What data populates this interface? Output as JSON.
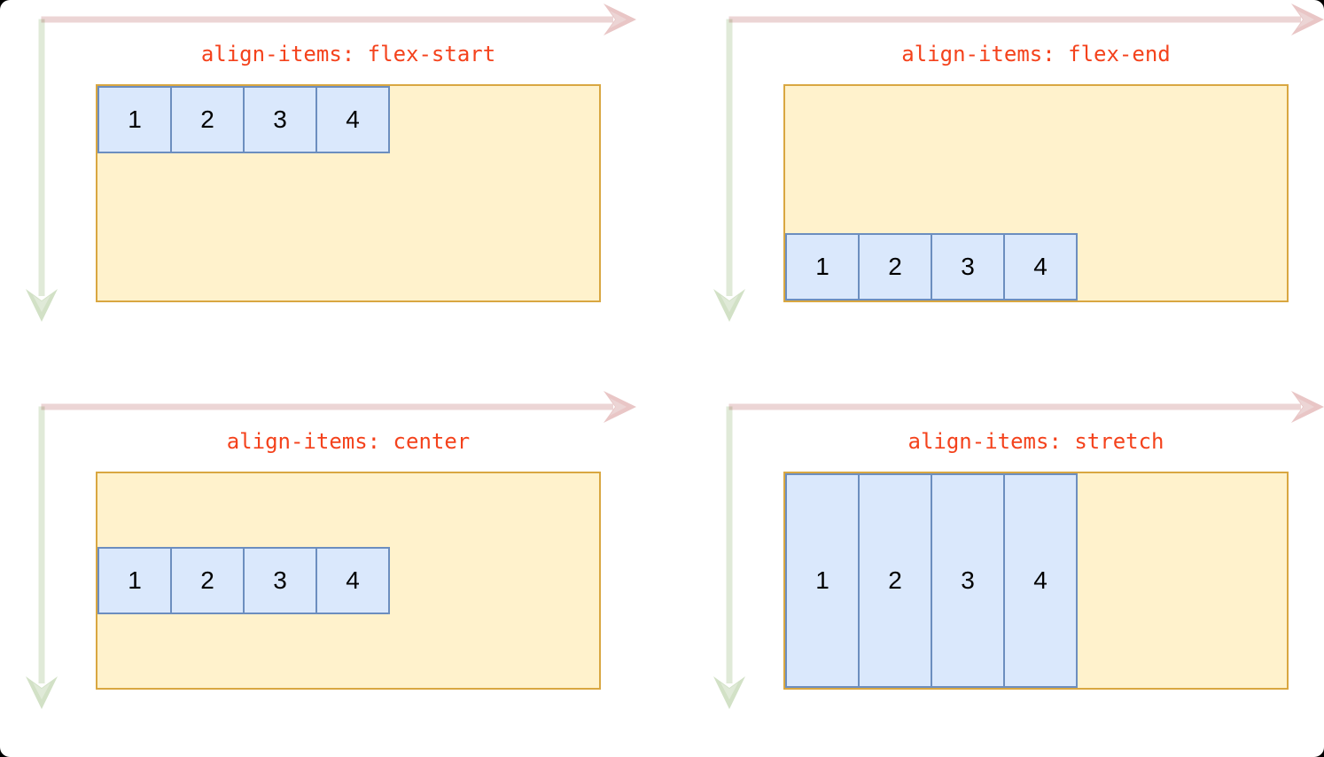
{
  "diagram": {
    "description": "align-items demo grid",
    "panels": [
      {
        "title": "align-items: flex-start",
        "align": "flex-start",
        "items": [
          "1",
          "2",
          "3",
          "4"
        ]
      },
      {
        "title": "align-items: flex-end",
        "align": "flex-end",
        "items": [
          "1",
          "2",
          "3",
          "4"
        ]
      },
      {
        "title": "align-items: center",
        "align": "center",
        "items": [
          "1",
          "2",
          "3",
          "4"
        ]
      },
      {
        "title": "align-items: stretch",
        "align": "stretch",
        "items": [
          "1",
          "2",
          "3",
          "4"
        ]
      }
    ]
  },
  "colors": {
    "page_bg": "#ffffff",
    "title": "#f4421c",
    "container_fill": "#fff2cc",
    "container_stroke": "#d9a741",
    "item_fill": "#dae8fc",
    "item_stroke": "#6c8ebf",
    "item_text": "#000000",
    "main_axis": "#ecd5d5",
    "main_axis_head": "#e5bcbc",
    "cross_axis": "#e0ead8",
    "cross_axis_head": "#cadcbc"
  }
}
